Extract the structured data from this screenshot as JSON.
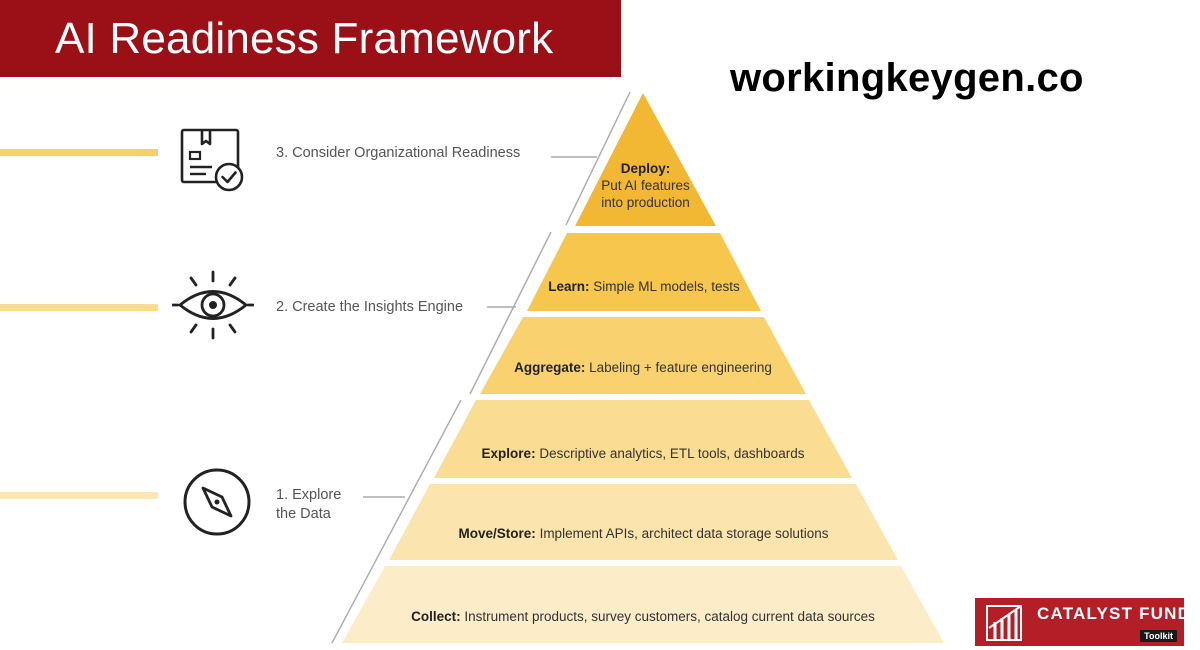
{
  "header": {
    "title": "AI Readiness Framework"
  },
  "watermark": "workingkeygen.co",
  "steps": [
    {
      "label": "3. Consider Organizational Readiness",
      "icon": "checked-box-icon"
    },
    {
      "label": "2. Create the Insights Engine",
      "icon": "eye-icon"
    },
    {
      "label": "1. Explore\nthe Data",
      "icon": "compass-icon"
    }
  ],
  "pyramid": {
    "layers": [
      {
        "name": "Deploy:",
        "desc": "Put AI features into production",
        "desc_line1": "Put AI features",
        "desc_line2": "into production",
        "color": "#f2b733"
      },
      {
        "name": "Learn:",
        "desc": "Simple ML models, tests",
        "color": "#f7c64c"
      },
      {
        "name": "Aggregate:",
        "desc": "Labeling + feature engineering",
        "color": "#f9d26f"
      },
      {
        "name": "Explore:",
        "desc": "Descriptive analytics, ETL tools, dashboards",
        "color": "#fadd93"
      },
      {
        "name": "Move/Store:",
        "desc": "Implement APIs, architect data storage solutions",
        "color": "#fbe4ad"
      },
      {
        "name": "Collect:",
        "desc": "Instrument products, survey customers, catalog current data sources",
        "color": "#fcecc8"
      }
    ]
  },
  "logo": {
    "name": "CATALYST FUND",
    "sub": "Toolkit"
  },
  "colors": {
    "brand": "#9b0f16",
    "line3": "#f7cf63",
    "line2": "#f9dc8f",
    "line1": "#fbe7b7"
  }
}
